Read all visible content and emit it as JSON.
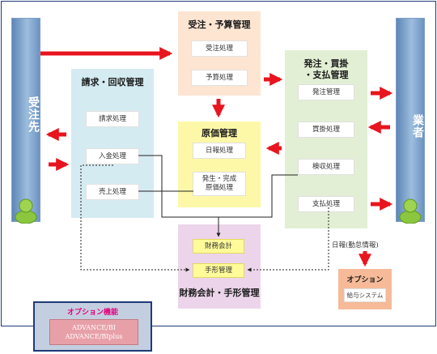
{
  "left_party": {
    "label": "受注先"
  },
  "right_party": {
    "label": "業者"
  },
  "order_budget": {
    "title": "受注・予算管理",
    "items": [
      "受注処理",
      "予算処理"
    ]
  },
  "billing": {
    "title": "請求・回収管理",
    "items": [
      "請求処理",
      "入金処理",
      "売上処理"
    ]
  },
  "cost": {
    "title": "原価管理",
    "items": [
      "日報処理",
      "発生・完成\n原価処理"
    ]
  },
  "purchasing": {
    "title_line1": "発注・買掛",
    "title_line2": "・支払管理",
    "items": [
      "発注管理",
      "買掛処理",
      "検収処理",
      "支払処理"
    ]
  },
  "accounting": {
    "title": "財務会計・手形管理",
    "items": [
      "財務会計",
      "手形管理"
    ]
  },
  "option": {
    "note": "日報(勤怠情報)",
    "title": "オプション",
    "item": "給与システム"
  },
  "option_features": {
    "title": "オプション機能",
    "items": [
      "ADVANCE/BI",
      "ADVANCE/BIplus"
    ]
  },
  "colors": {
    "arrow": "#e8141e",
    "frame": "#1f3a78",
    "pillar": "#86aad4"
  }
}
